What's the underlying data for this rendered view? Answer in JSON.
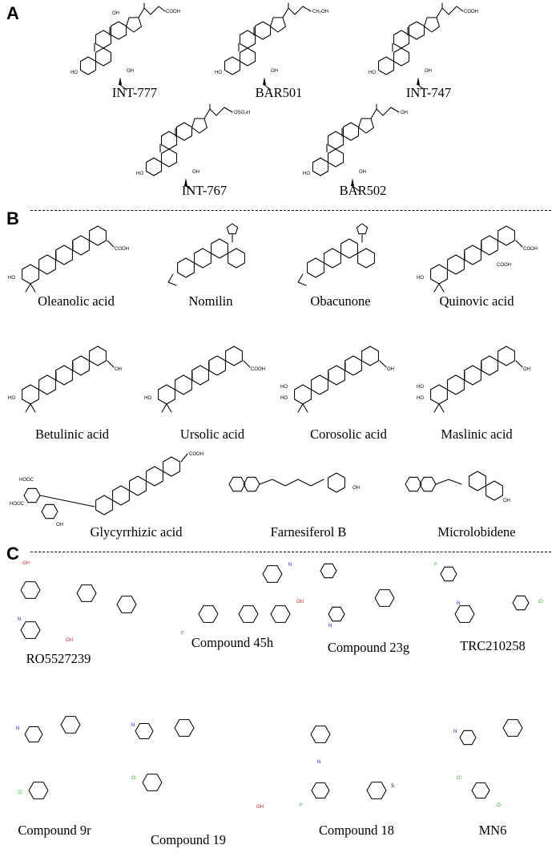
{
  "panels": {
    "a": "A",
    "b": "B",
    "c": "C"
  },
  "compounds": {
    "int777": {
      "name": "INT-777",
      "group": "COOH",
      "oh1": "HO",
      "oh2": "OH",
      "oh3": "OH"
    },
    "bar501": {
      "name": "BAR501",
      "group": "CH₂OH",
      "oh1": "HO",
      "oh2": "OH"
    },
    "int747": {
      "name": "INT-747",
      "group": "COOH",
      "oh1": "HO",
      "oh2": "OH"
    },
    "int767": {
      "name": "INT-767",
      "group": "OSO₃H",
      "oh1": "HO",
      "oh2": "OH"
    },
    "bar502": {
      "name": "BAR502",
      "group": "OH",
      "oh1": "HO",
      "oh2": "OH"
    },
    "oleanolic": {
      "name": "Oleanolic acid",
      "cooh": "COOH",
      "oh": "HO"
    },
    "nomilin": {
      "name": "Nomilin"
    },
    "obacunone": {
      "name": "Obacunone"
    },
    "quinovic": {
      "name": "Quinovic acid",
      "cooh1": "COOH",
      "cooh2": "COOH",
      "oh": "HO"
    },
    "betulinic": {
      "name": "Betulinic acid",
      "cooh": "OH",
      "oh": "HO"
    },
    "ursolic": {
      "name": "Ursolic acid",
      "cooh": "COOH",
      "oh": "HO"
    },
    "corosolic": {
      "name": "Corosolic acid",
      "cooh": "OH",
      "oh1": "HO",
      "oh2": "HO"
    },
    "maslinic": {
      "name": "Maslinic acid",
      "cooh": "OH",
      "oh1": "HO",
      "oh2": "HO"
    },
    "glycyrrhizic": {
      "name": "Glycyrrhizic acid",
      "cooh": "COOH",
      "sugar1": "HOOC",
      "sugar2": "HOOC",
      "oh": "OH"
    },
    "farnesiferol": {
      "name": "Farnesiferol B",
      "oh": "OH"
    },
    "microlobidene": {
      "name": "Microlobidene",
      "oh": "OH"
    },
    "ro5527239": {
      "name": "RO5527239",
      "oh": "OH",
      "n": "N",
      "noh": "OH"
    },
    "c45h": {
      "name": "Compound 45h",
      "cn": "N",
      "oh": "OH",
      "cf3": "F"
    },
    "c23g": {
      "name": "Compound 23g",
      "n": "N"
    },
    "trc210258": {
      "name": "TRC210258",
      "f": "F",
      "cl": "Cl",
      "n": "N"
    },
    "c9r": {
      "name": "Compound 9r",
      "cl": "Cl",
      "n": "N"
    },
    "c19": {
      "name": "Compound 19",
      "cl": "Cl",
      "n": "N",
      "oh": "OH"
    },
    "c18": {
      "name": "Compound 18",
      "f": "F",
      "n": "N",
      "s": "S"
    },
    "mn6": {
      "name": "MN6",
      "cl1": "Cl",
      "cl2": "Cl",
      "n": "N"
    }
  }
}
